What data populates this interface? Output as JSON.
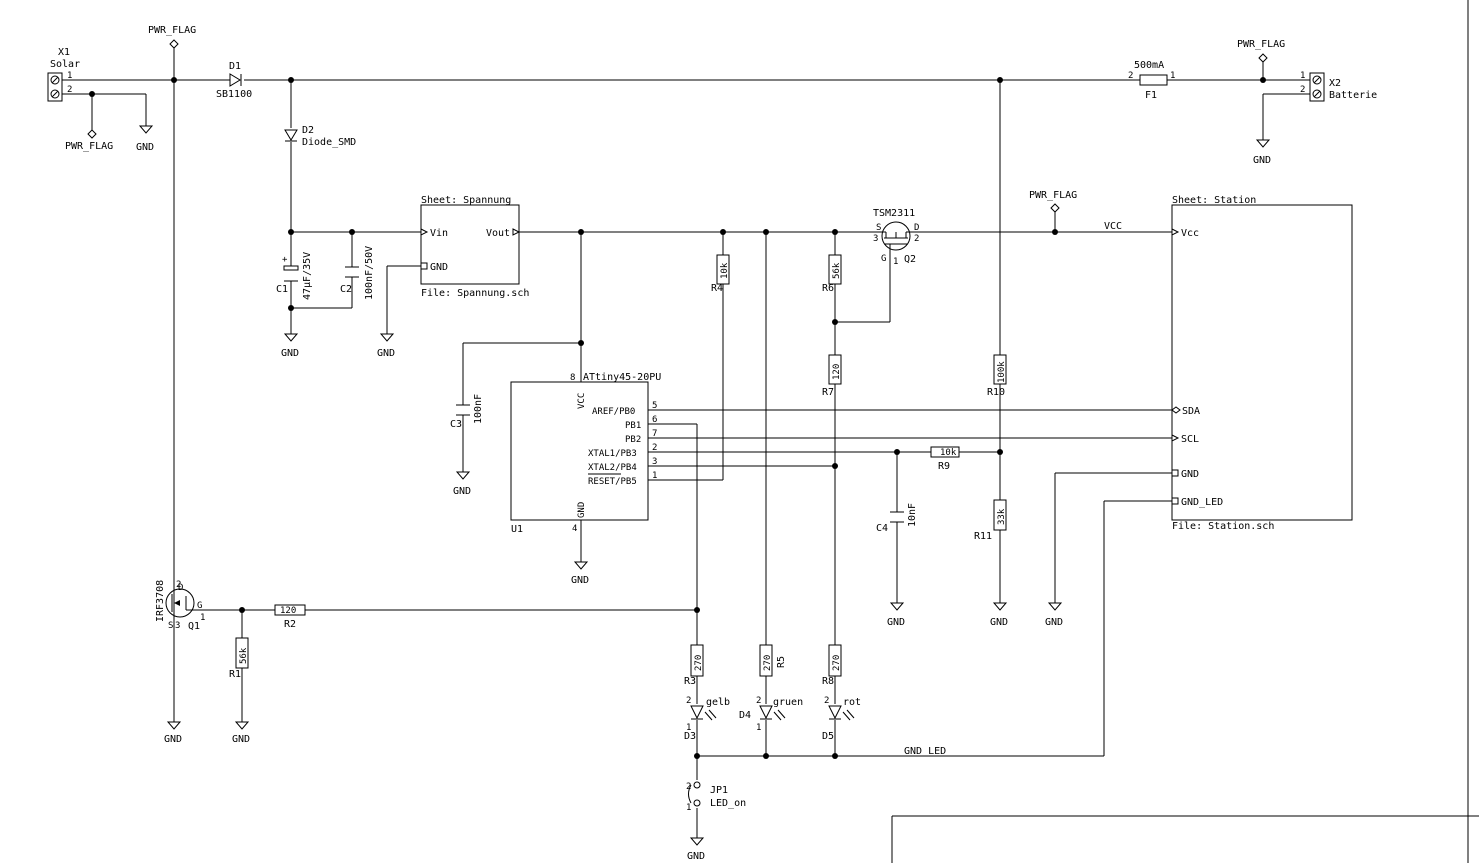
{
  "labels": {
    "x1_ref": "X1",
    "x1_val": "Solar",
    "x1_p1": "1",
    "x1_p2": "2",
    "pf_top": "PWR_FLAG",
    "pf_left": "PWR_FLAG",
    "pf_right": "PWR_FLAG",
    "pf_vcc": "PWR_FLAG",
    "d1_ref": "D1",
    "d1_val": "SB1100",
    "d2_ref": "D2",
    "d2_val": "Diode_SMD",
    "f1_val": "500mA",
    "f1_ref": "F1",
    "f1_p2": "2",
    "f1_p1": "1",
    "x2_ref": "X2",
    "x2_val": "Batterie",
    "x2_p1": "1",
    "x2_p2": "2",
    "gnd": "GND",
    "c1_ref": "C1",
    "c1_val": "47µF/35V",
    "c1_plus": "+",
    "c2_ref": "C2",
    "c2_val": "100nF/50V",
    "sheet1_name": "Sheet: Spannung",
    "sheet1_file": "File: Spannung.sch",
    "s1_vin": "Vin",
    "s1_gnd": "GND",
    "s1_vout": "Vout",
    "q2_val": "TSM2311",
    "q2_ref": "Q2",
    "q2_s": "S",
    "q2_d": "D",
    "q2_g": "G",
    "q2_3": "3",
    "q2_2": "2",
    "q2_1": "1",
    "vcc_net": "VCC",
    "sheet2_name": "Sheet: Station",
    "sheet2_file": "File: Station.sch",
    "s2_vcc": "Vcc",
    "s2_sda": "SDA",
    "s2_scl": "SCL",
    "s2_gnd": "GND",
    "s2_gndled": "GND_LED",
    "r4_ref": "R4",
    "r4_val": "10k",
    "r6_ref": "R6",
    "r6_val": "56k",
    "r7_ref": "R7",
    "r7_val": "120",
    "r10_ref": "R10",
    "r10_val": "100k",
    "r9_ref": "R9",
    "r9_val": "10k",
    "r11_ref": "R11",
    "r11_val": "33k",
    "c3_ref": "C3",
    "c3_val": "100nF",
    "c4_ref": "C4",
    "c4_val": "10nF",
    "u1_ref": "U1",
    "u1_val": "ATtiny45-20PU",
    "u1_vcc": "VCC",
    "u1_gnd": "GND",
    "u1_p8": "8",
    "u1_p4": "4",
    "u1_pb0": "AREF/PB0",
    "u1_pb1": "PB1",
    "u1_pb2": "PB2",
    "u1_pb3": "XTAL1/PB3",
    "u1_pb4": "XTAL2/PB4",
    "u1_pb5": "RESET/PB5",
    "u1_n5": "5",
    "u1_n6": "6",
    "u1_n7": "7",
    "u1_n2": "2",
    "u1_n3": "3",
    "u1_n1": "1",
    "q1_val": "IRF3708",
    "q1_ref": "Q1",
    "q1_d": "D",
    "q1_s": "S",
    "q1_g": "G",
    "q1_2": "2",
    "q1_1": "1",
    "q1_3": "3",
    "r2_val": "120",
    "r2_ref": "R2",
    "r1_val": "56k",
    "r1_ref": "R1",
    "r3_val": "270",
    "r3_ref": "R3",
    "r5_val": "270",
    "r5_ref": "R5",
    "r8_val": "270",
    "r8_ref": "R8",
    "d3_ref": "D3",
    "d3_val": "gelb",
    "d4_ref": "D4",
    "d4_val": "gruen",
    "d5_ref": "D5",
    "d5_val": "rot",
    "led_2": "2",
    "led_1": "1",
    "gndled_net": "GND_LED",
    "jp1_ref": "JP1",
    "jp1_val": "LED_on",
    "jp1_2": "2",
    "jp1_1": "1"
  }
}
